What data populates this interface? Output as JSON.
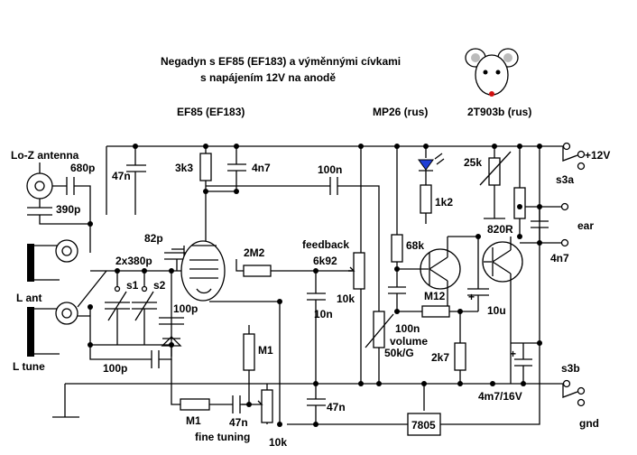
{
  "title": {
    "line1": "Negadyn s EF85 (EF183) a výměnnými cívkami",
    "line2": "s napájením 12V na anodě"
  },
  "headers": {
    "tube": "EF85 (EF183)",
    "transistor1": "MP26 (rus)",
    "transistor2": "2T903b (rus)"
  },
  "labels": {
    "antenna": "Lo-Z antenna",
    "c680p": "680p",
    "c390p": "390p",
    "c47n_a": "47n",
    "r3k3": "3k3",
    "c4n7_a": "4n7",
    "c100n_a": "100n",
    "c82p": "82p",
    "var2x380p": "2x380p",
    "s1": "s1",
    "s2": "s2",
    "l_ant": "L ant",
    "l_tune": "L tune",
    "r2m2": "2M2",
    "feedback": "feedback",
    "r6k92": "6k92",
    "r10k_a": "10k",
    "c10n": "10n",
    "c100p_a": "100p",
    "c100p_b": "100p",
    "m1_a": "M1",
    "m1_b": "M1",
    "c47n_b": "47n",
    "c47n_c": "47n",
    "fine_tuning": "fine tuning",
    "r10k_b": "10k",
    "r68k": "68k",
    "c100n_b": "100n",
    "volume": "volume",
    "r50k": "50k/G",
    "m12": "M12",
    "r2k7": "2k7",
    "reg": "7805",
    "r1k2": "1k2",
    "r25k": "25k",
    "r820": "820R",
    "c10u": "10u",
    "c4n7_b": "4n7",
    "c4m7": "4m7/16V",
    "v12": "+12V",
    "s3a": "s3a",
    "ear": "ear",
    "s3b": "s3b",
    "gnd": "gnd",
    "plus_a": "+",
    "plus_b": "+"
  },
  "colors": {
    "wire": "#000000",
    "led": "#1f3fd6",
    "mouse_nose": "#d01010"
  },
  "icons": {
    "mascot": "mouse-face-icon",
    "led": "led-icon"
  }
}
